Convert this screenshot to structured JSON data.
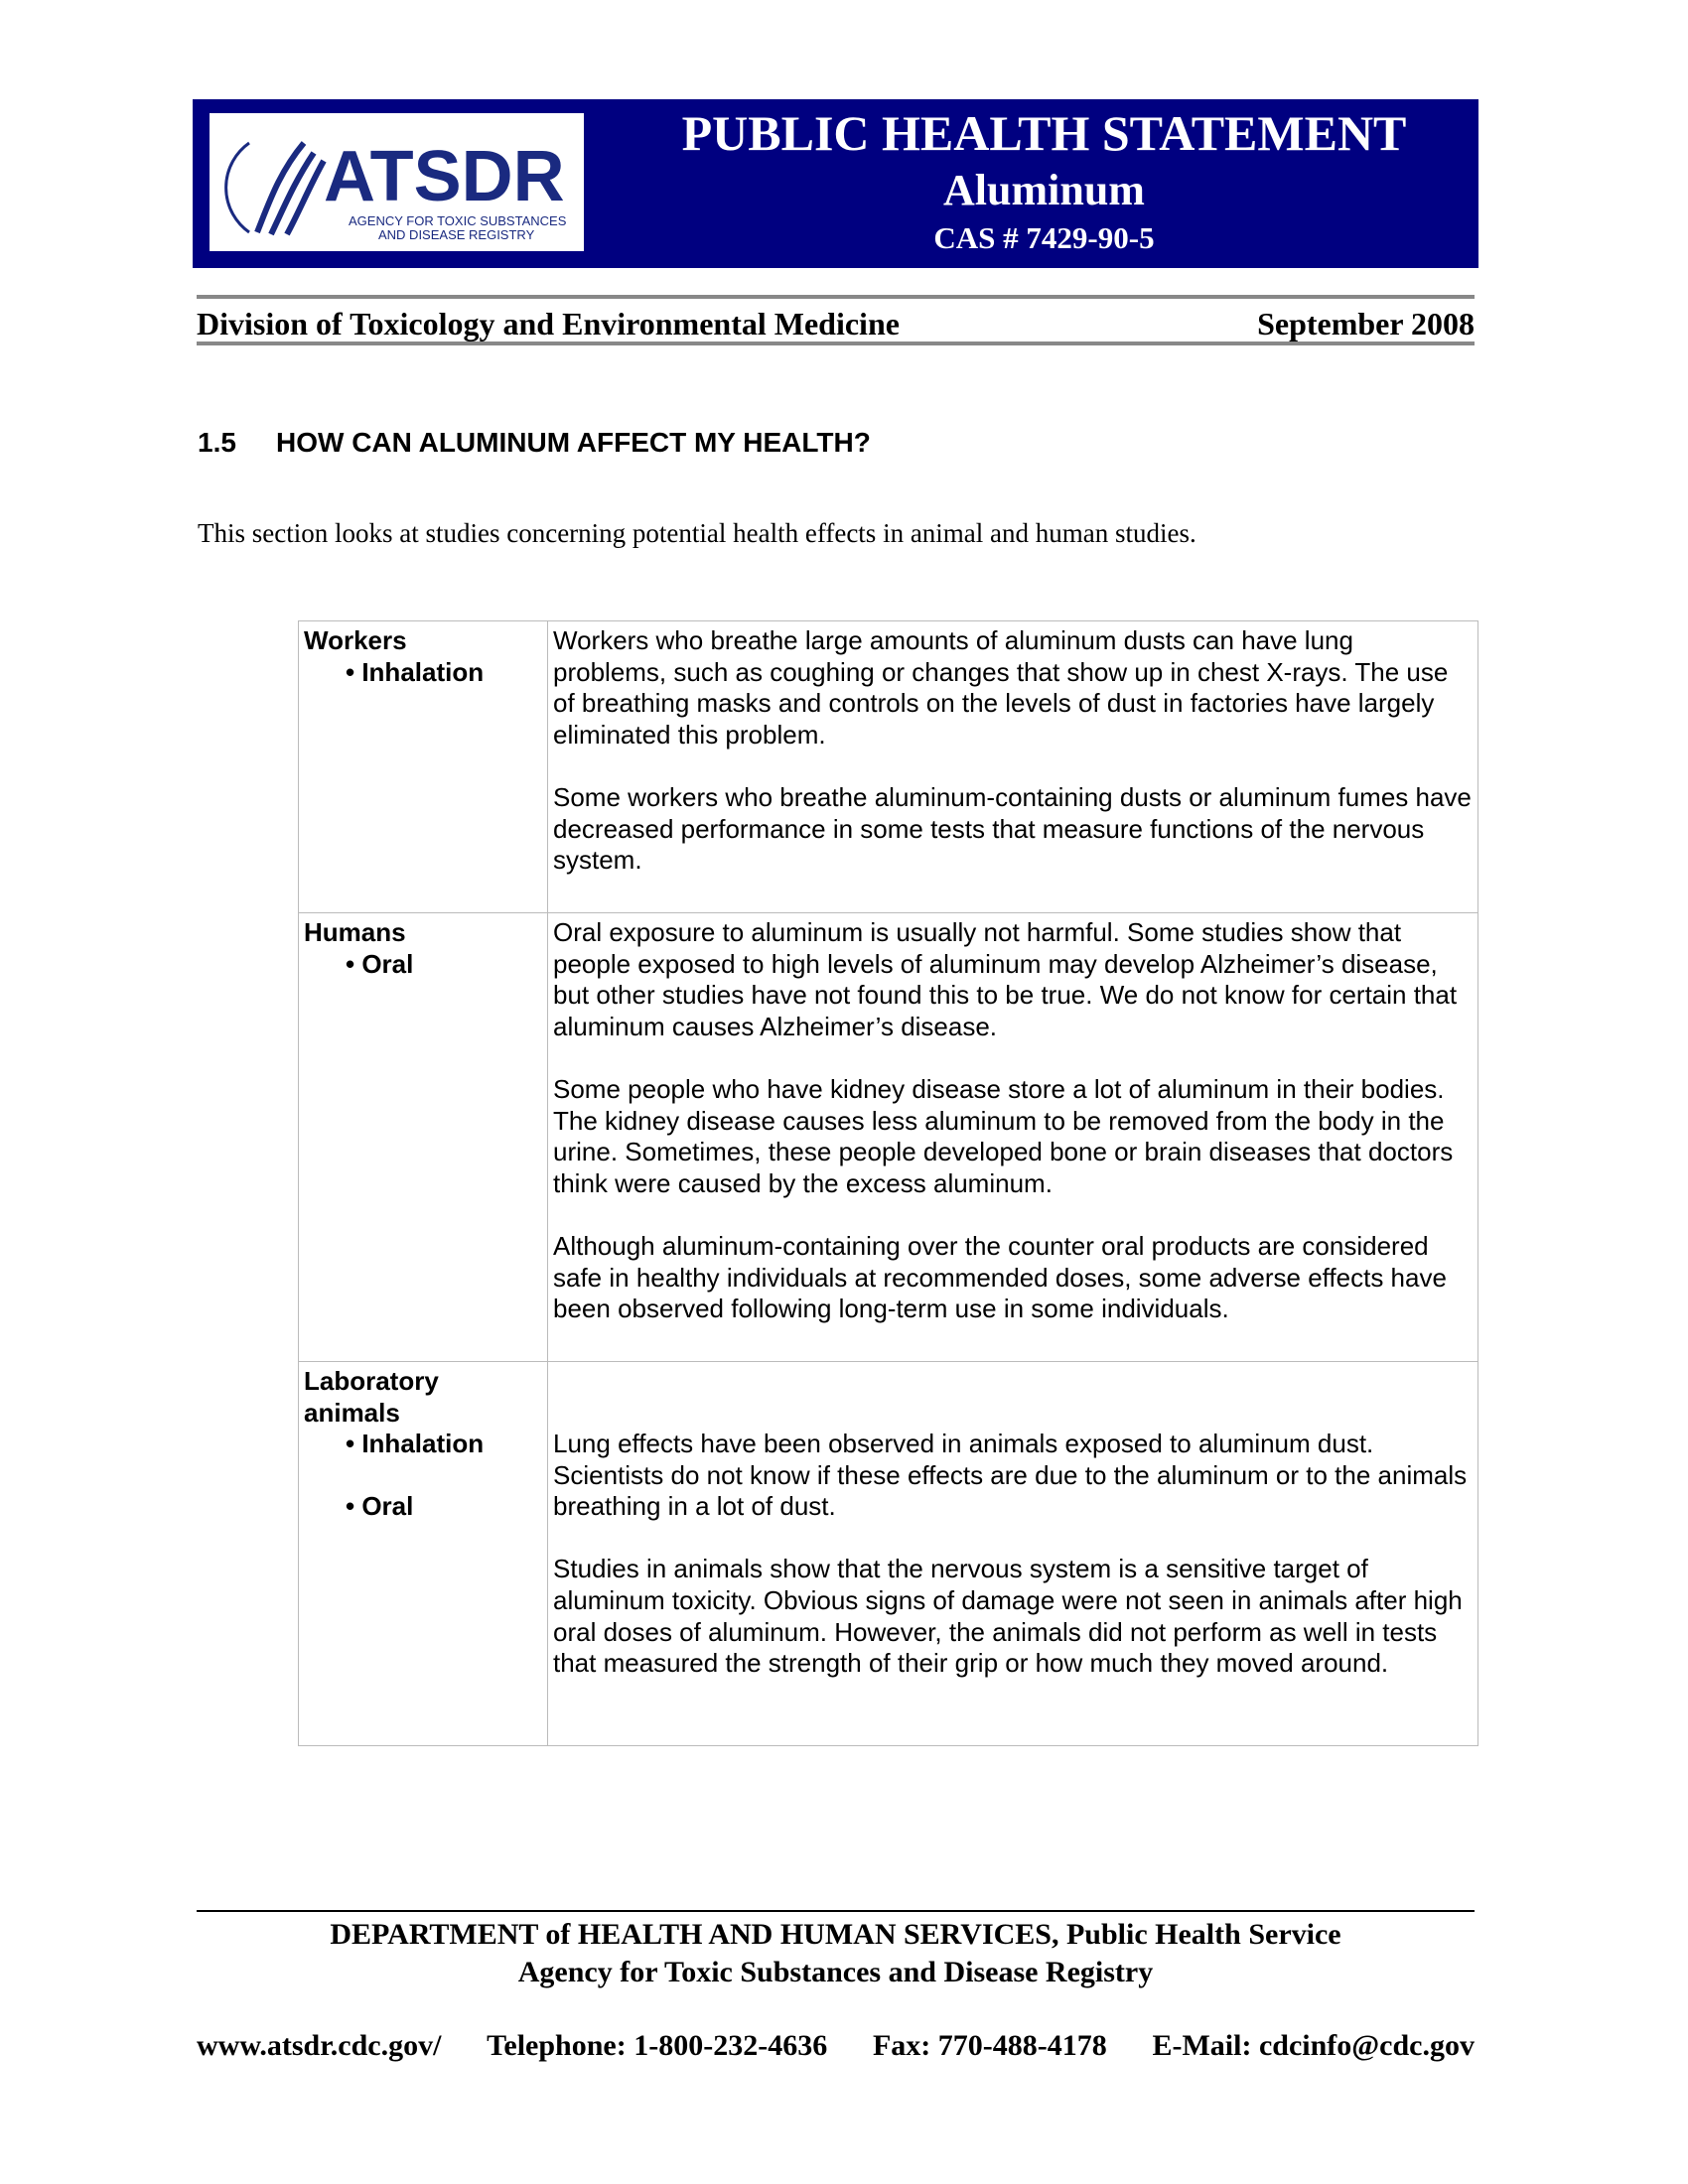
{
  "header": {
    "logo_text": "ATSDR",
    "logo_sub1": "AGENCY FOR TOXIC SUBSTANCES",
    "logo_sub2": "AND DISEASE REGISTRY",
    "title": "PUBLIC HEALTH STATEMENT",
    "substance": "Aluminum",
    "cas": "CAS # 7429-90-5",
    "brand_color": "#000080"
  },
  "division": {
    "name": "Division of Toxicology and Environmental Medicine",
    "date": "September 2008"
  },
  "section": {
    "number": "1.5",
    "title": "HOW CAN ALUMINUM AFFECT MY HEALTH?",
    "intro": "This section looks at studies concerning potential health effects in animal and human studies."
  },
  "table": {
    "rows": [
      {
        "group": "Workers",
        "routes": [
          "• Inhalation"
        ],
        "paragraphs": [
          "Workers who breathe large amounts of aluminum dusts can have lung problems, such as coughing or changes that show up in chest X-rays.  The use of breathing masks and controls on the levels of dust in factories have largely eliminated this problem.",
          "Some workers who breathe aluminum-containing dusts or aluminum fumes have decreased performance in some tests that measure functions of the nervous system."
        ]
      },
      {
        "group": "Humans",
        "routes": [
          "• Oral"
        ],
        "paragraphs": [
          "Oral exposure to aluminum is usually not harmful.  Some studies show that people exposed to high levels of aluminum may develop Alzheimer’s disease, but other studies have not found this to be true.  We do not know for certain that aluminum causes Alzheimer’s disease.",
          "Some people who have kidney disease store a lot of aluminum in their bodies.  The kidney disease causes less aluminum to be removed from the body in the urine.  Sometimes, these people developed bone or brain diseases that doctors think were caused by the excess aluminum.",
          "Although aluminum-containing over the counter oral products are considered safe in healthy individuals at recommended doses, some adverse effects have been observed following long-term use in some individuals."
        ]
      },
      {
        "group": "Laboratory animals",
        "routes": [
          "• Inhalation",
          "• Oral"
        ],
        "paragraphs": [
          "Lung effects have been observed in animals exposed to aluminum dust. Scientists do not know if these effects are due to the aluminum or to the animals breathing in a lot of dust.",
          "Studies in animals show that the nervous system is a sensitive target of aluminum toxicity.  Obvious signs of damage were not seen in animals after high oral doses of aluminum.  However, the animals did not perform as well in tests that measured the strength of their grip or how much they moved around."
        ]
      }
    ]
  },
  "footer": {
    "dept": "DEPARTMENT of HEALTH AND HUMAN SERVICES, Public Health Service",
    "agency": "Agency for Toxic Substances and Disease Registry",
    "website": "www.atsdr.cdc.gov/",
    "telephone": "Telephone: 1-800-232-4636",
    "fax": "Fax: 770-488-4178",
    "email": "E-Mail: cdcinfo@cdc.gov"
  }
}
